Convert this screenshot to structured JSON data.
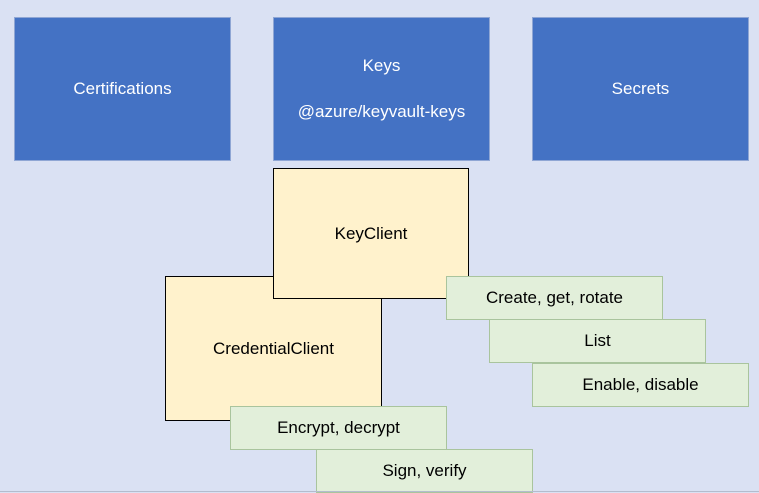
{
  "top_boxes": {
    "certifications": "Certifications",
    "keys_title": "Keys",
    "keys_package": "@azure/keyvault-keys",
    "secrets": "Secrets"
  },
  "clients": {
    "key_client": "KeyClient",
    "credential_client": "CredentialClient"
  },
  "operations": {
    "create_get_rotate": "Create, get, rotate",
    "list": "List",
    "enable_disable": "Enable, disable",
    "encrypt_decrypt": "Encrypt, decrypt",
    "sign_verify": "Sign, verify"
  },
  "colors": {
    "background": "#dae1f3",
    "top_box_fill": "#4472c4",
    "client_fill": "#fff2cc",
    "operation_fill": "#e2efda"
  }
}
